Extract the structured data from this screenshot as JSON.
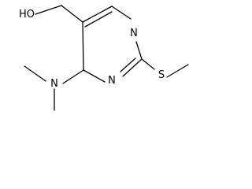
{
  "molecule": {
    "atoms": {
      "hydroxyl": "HO",
      "ring_nitrogen_top": "N",
      "ring_nitrogen_bottom": "N",
      "amine_nitrogen": "N",
      "sulfur": "S"
    }
  },
  "colors": {
    "bond": "#000000",
    "text": "#000000",
    "background": "#ffffff"
  }
}
